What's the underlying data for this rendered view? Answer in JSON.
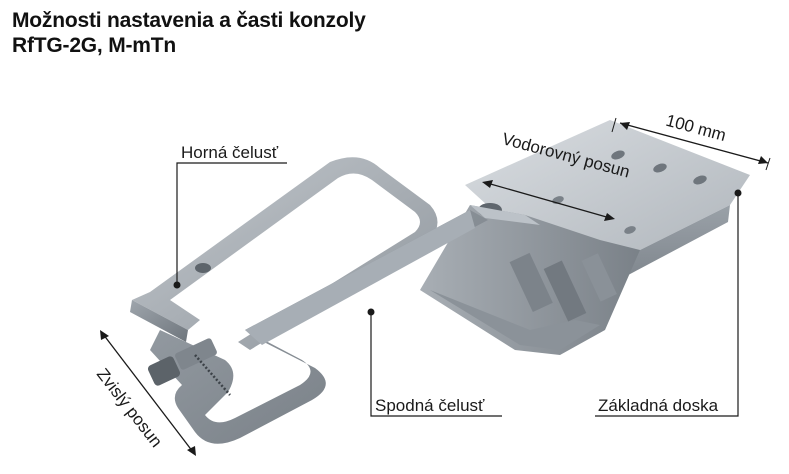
{
  "title": {
    "line1": "Možnosti nastavenia a časti konzoly",
    "line2": "RfTG-2G, M-mTn"
  },
  "labels": {
    "upper_jaw": "Horná čelusť",
    "horizontal_shift": "Vodorovný posun",
    "width": "100 mm",
    "vertical_shift": "Zvislý posun",
    "lower_jaw": "Spodná čelusť",
    "base_plate": "Základná doska"
  }
}
